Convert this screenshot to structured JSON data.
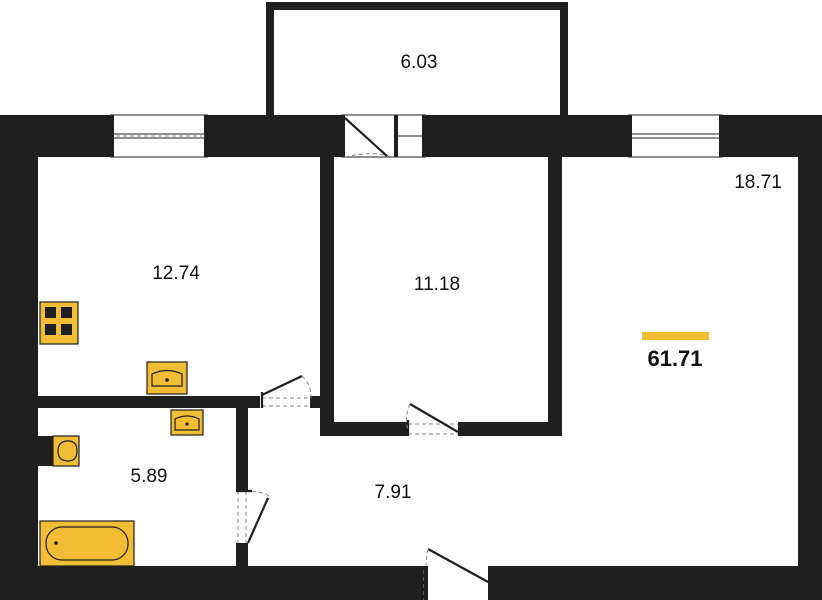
{
  "rooms": {
    "balcony": "6.03",
    "living_room": "18.71",
    "kitchen": "12.74",
    "bedroom": "11.18",
    "bathroom": "5.89",
    "hallway": "7.91"
  },
  "total_area": "61.71",
  "colors": {
    "wall": "#1f1f1f",
    "fixture": "#f0bd35",
    "accent_bar": "#f0bd35",
    "background": "#ffffff"
  },
  "icons": [
    "stove-icon",
    "kitchen-sink-icon",
    "bathroom-sink-icon",
    "toilet-icon",
    "bathtub-icon"
  ]
}
